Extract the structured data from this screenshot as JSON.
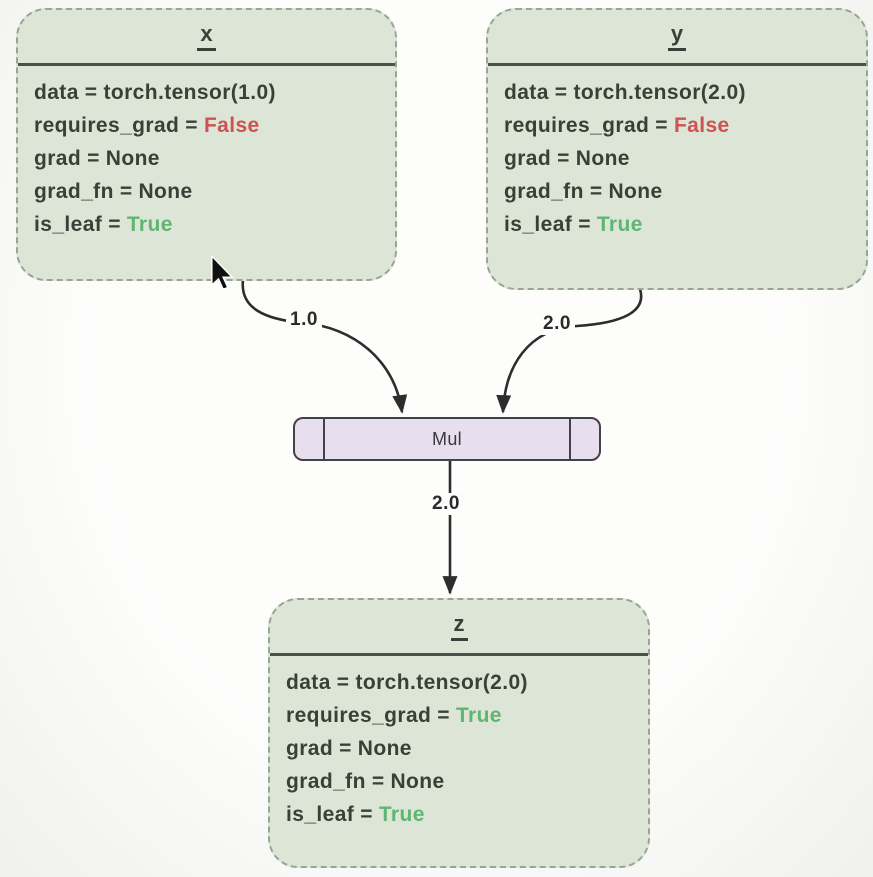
{
  "eq": "=",
  "nodes": {
    "x": {
      "title": "x",
      "fields": [
        {
          "label": "data",
          "value": "torch.tensor(1.0)"
        },
        {
          "label": "requires_grad",
          "value": "False"
        },
        {
          "label": "grad",
          "value": "None"
        },
        {
          "label": "grad_fn",
          "value": "None"
        },
        {
          "label": "is_leaf",
          "value": "True"
        }
      ]
    },
    "y": {
      "title": "y",
      "fields": [
        {
          "label": "data",
          "value": "torch.tensor(2.0)"
        },
        {
          "label": "requires_grad",
          "value": "False"
        },
        {
          "label": "grad",
          "value": "None"
        },
        {
          "label": "grad_fn",
          "value": "None"
        },
        {
          "label": "is_leaf",
          "value": "True"
        }
      ]
    },
    "z": {
      "title": "z",
      "fields": [
        {
          "label": "data",
          "value": "torch.tensor(2.0)"
        },
        {
          "label": "requires_grad",
          "value": "True"
        },
        {
          "label": "grad",
          "value": "None"
        },
        {
          "label": "grad_fn",
          "value": "None"
        },
        {
          "label": "is_leaf",
          "value": "True"
        }
      ]
    }
  },
  "op": {
    "label": "Mul"
  },
  "edges": {
    "x_to_mul": {
      "label": "1.0"
    },
    "y_to_mul": {
      "label": "2.0"
    },
    "mul_to_z": {
      "label": "2.0"
    }
  },
  "colors": {
    "node_fill": "#dde6d6",
    "node_dashed_border": "#97a692",
    "node_text": "#384038",
    "false_red": "#cd5252",
    "true_green": "#60b573",
    "op_fill": "#e7dfee",
    "op_border": "#434149",
    "edge_stroke": "#2d2d2d",
    "page_background": "#fcfcfb"
  }
}
